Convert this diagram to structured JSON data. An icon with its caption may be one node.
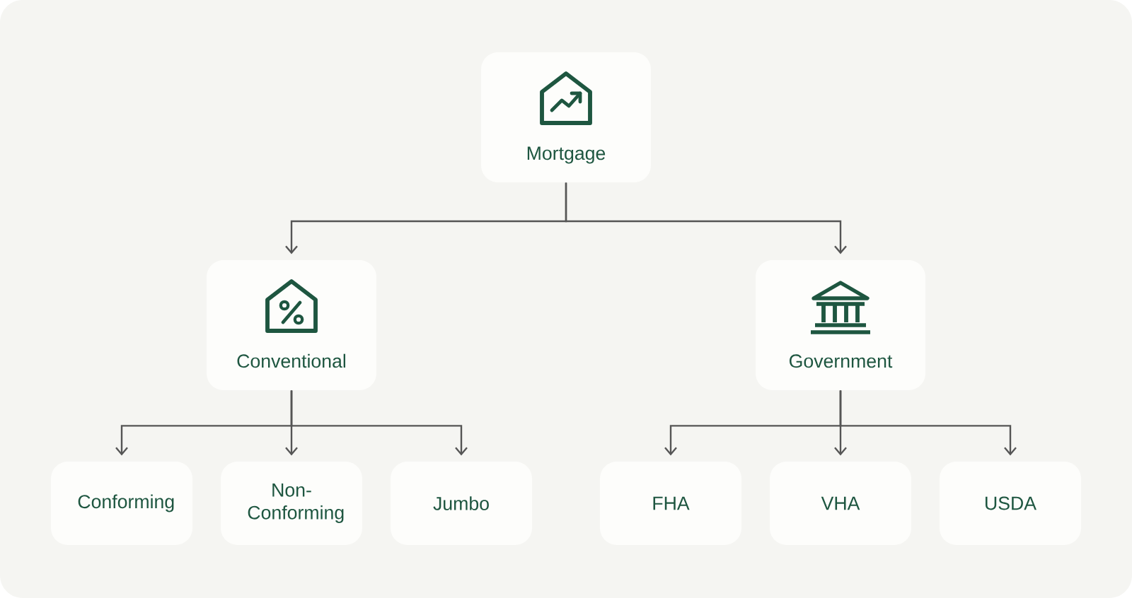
{
  "diagram": {
    "nodes": [
      {
        "text": [
          "Mortgage"
        ]
      },
      {
        "text": [
          "Conventional"
        ]
      },
      {
        "text": [
          "Government"
        ]
      },
      {
        "text": [
          "Conforming"
        ]
      },
      {
        "text": [
          "Non-Conforming"
        ]
      },
      {
        "text": [
          "Jumbo"
        ]
      },
      {
        "text": [
          "FHA"
        ]
      },
      {
        "text": [
          "VHA"
        ]
      },
      {
        "text": [
          "USDA"
        ]
      }
    ],
    "edges": [
      {
        "from": 0,
        "to": 1,
        "arrow": "to"
      },
      {
        "from": 0,
        "to": 2,
        "arrow": "to"
      },
      {
        "from": 1,
        "to": 3,
        "arrow": "to"
      },
      {
        "from": 1,
        "to": 4,
        "arrow": "to"
      },
      {
        "from": 1,
        "to": 5,
        "arrow": "to"
      },
      {
        "from": 2,
        "to": 6,
        "arrow": "to"
      },
      {
        "from": 2,
        "to": 7,
        "arrow": "to"
      },
      {
        "from": 2,
        "to": 8,
        "arrow": "to"
      }
    ]
  }
}
